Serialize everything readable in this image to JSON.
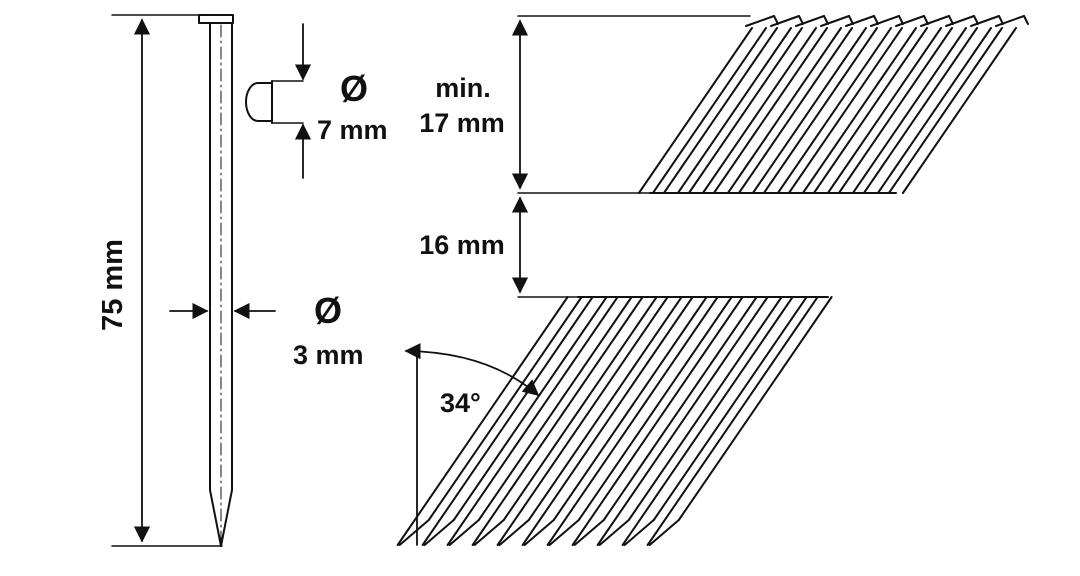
{
  "labels": {
    "length": "75 mm",
    "head_diameter": "7 mm",
    "shank_diameter": "3 mm",
    "min_label": "min.",
    "min_value": "17 mm",
    "strip_width": "16 mm",
    "angle": "34°",
    "diameter_symbol": "Ø"
  },
  "colors": {
    "ink": "#111111",
    "background": "#ffffff"
  }
}
